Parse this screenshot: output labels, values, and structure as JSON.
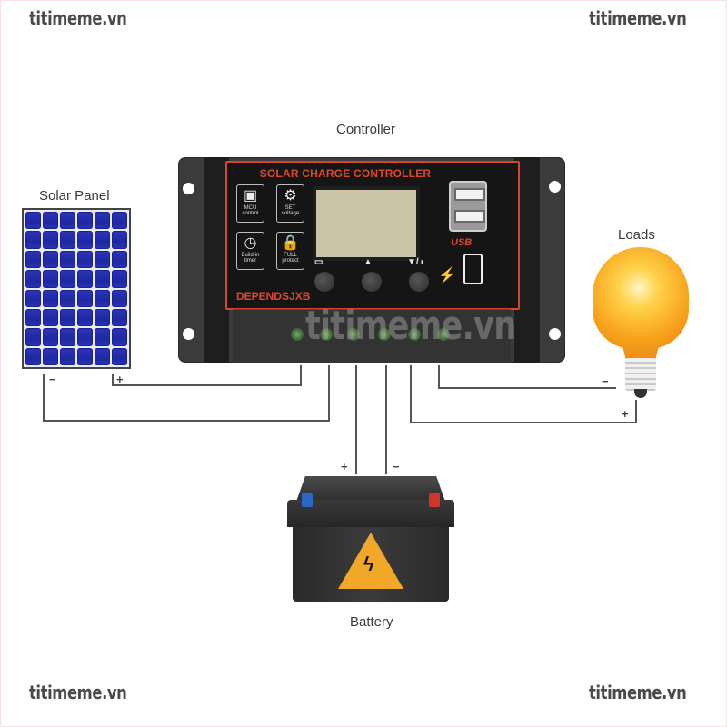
{
  "watermarks": {
    "top_left": "titimeme.vn",
    "top_right": "titimeme.vn",
    "bottom_left": "titimeme.vn",
    "bottom_right": "titimeme.vn",
    "center_overlay": "titimeme.vn"
  },
  "components": {
    "controller": {
      "label": "Controller",
      "face_title": "SOLAR CHARGE CONTROLLER",
      "brand": "DEPENDSJXB",
      "features": [
        {
          "icon": "chip-icon",
          "glyph": "▣",
          "line1": "MCU",
          "line2": "control"
        },
        {
          "icon": "gear-icon",
          "glyph": "⚙",
          "line1": "SET",
          "line2": "voltage"
        },
        {
          "icon": "clock-icon",
          "glyph": "◷",
          "line1": "Build-in",
          "line2": "timer"
        },
        {
          "icon": "lock-icon",
          "glyph": "🔒",
          "line1": "FULL",
          "line2": "protect"
        }
      ],
      "buttons": [
        {
          "icon": "menu-icon",
          "glyph": "▭"
        },
        {
          "icon": "up-arrow-icon",
          "glyph": "▲"
        },
        {
          "icon": "down-light-icon",
          "glyph": "▼/◑"
        }
      ],
      "usb_label": "USB",
      "terminal_count": 6
    },
    "solar_panel": {
      "label": "Solar Panel",
      "rows": 8,
      "cols": 6,
      "neg": "−",
      "pos": "+"
    },
    "loads": {
      "label": "Loads",
      "neg": "−",
      "pos": "+"
    },
    "battery": {
      "label": "Battery",
      "pos": "+",
      "neg": "−"
    }
  },
  "colors": {
    "controller_accent": "#e0472c",
    "panel_blue": "#2430ad",
    "bulb_orange": "#f7a21b",
    "wire": "#555555",
    "battery_pos_terminal": "#d2342a",
    "battery_neg_terminal": "#2a68c8"
  }
}
